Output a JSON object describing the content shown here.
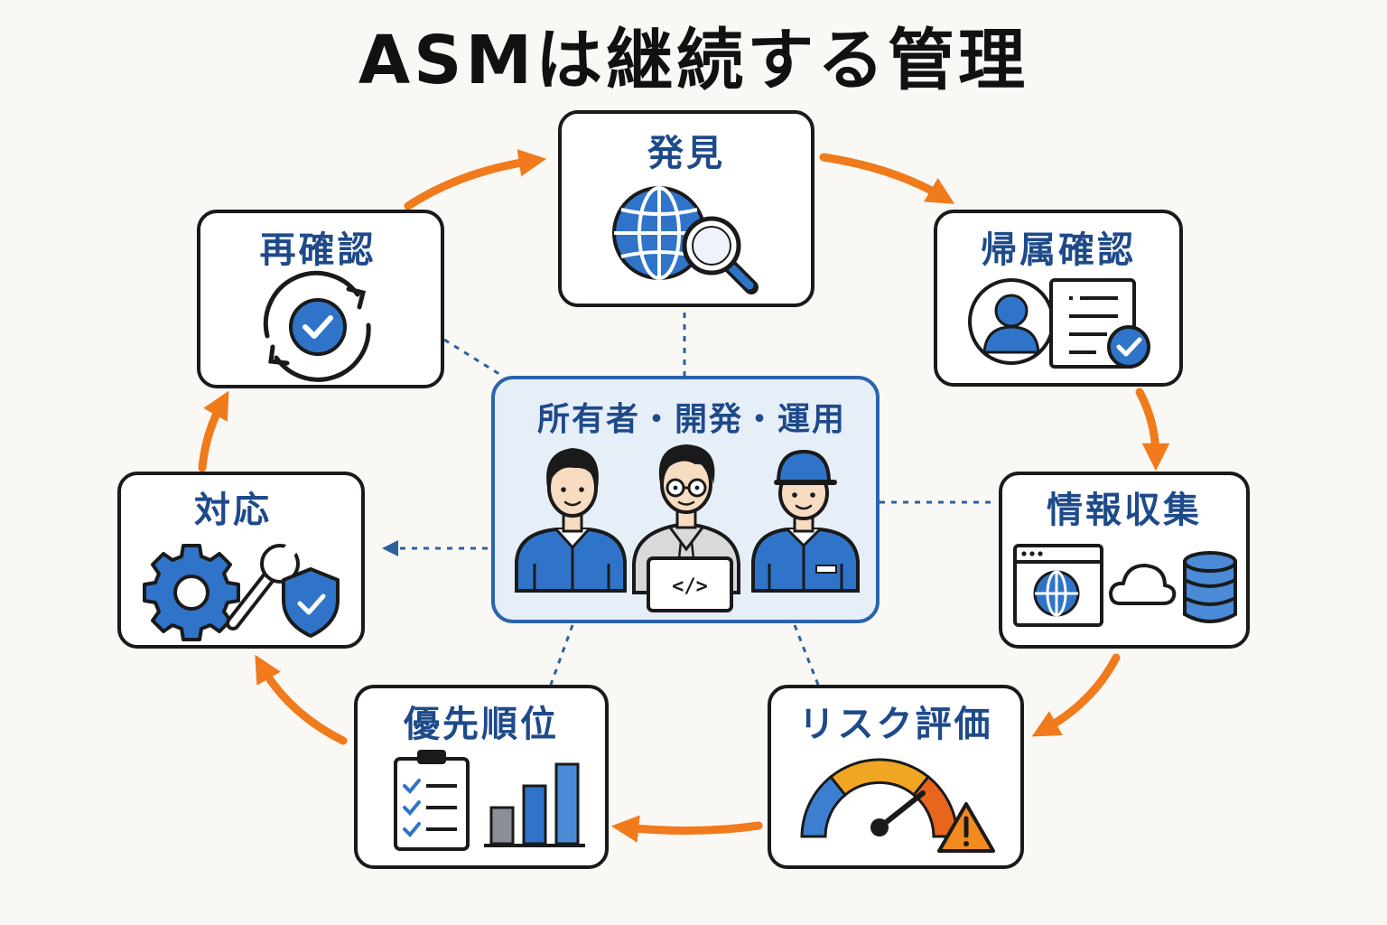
{
  "title": "ASMは継続する管理",
  "center": {
    "label": "所有者・開発・運用"
  },
  "stages": {
    "discovery": "発見",
    "ownership": "帰属確認",
    "collection": "情報収集",
    "risk": "リスク評価",
    "priority": "優先順位",
    "response": "対応",
    "recheck": "再確認"
  },
  "icons": {
    "discovery": [
      "globe-icon",
      "magnifier-icon"
    ],
    "ownership": [
      "user-icon",
      "document-icon",
      "check-badge-icon"
    ],
    "collection": [
      "browser-window-icon",
      "globe-icon",
      "cloud-icon",
      "database-icon"
    ],
    "risk": [
      "gauge-icon",
      "warning-icon"
    ],
    "priority": [
      "checklist-icon",
      "bar-chart-icon"
    ],
    "response": [
      "gear-icon",
      "wrench-icon",
      "shield-check-icon"
    ],
    "recheck": [
      "refresh-icon",
      "check-icon"
    ],
    "center": [
      "person-icon",
      "developer-icon",
      "laptop-code-icon",
      "worker-icon"
    ]
  },
  "laptop_symbol": "</>",
  "colors": {
    "arrow": "#f07a1c",
    "blue": "#2f74c9",
    "dark_blue": "#1e4a8a",
    "box_border": "#1a1a1a",
    "center_fill": "#e6eef8",
    "center_border": "#2a63ad",
    "dotted": "#2e5f9e"
  }
}
